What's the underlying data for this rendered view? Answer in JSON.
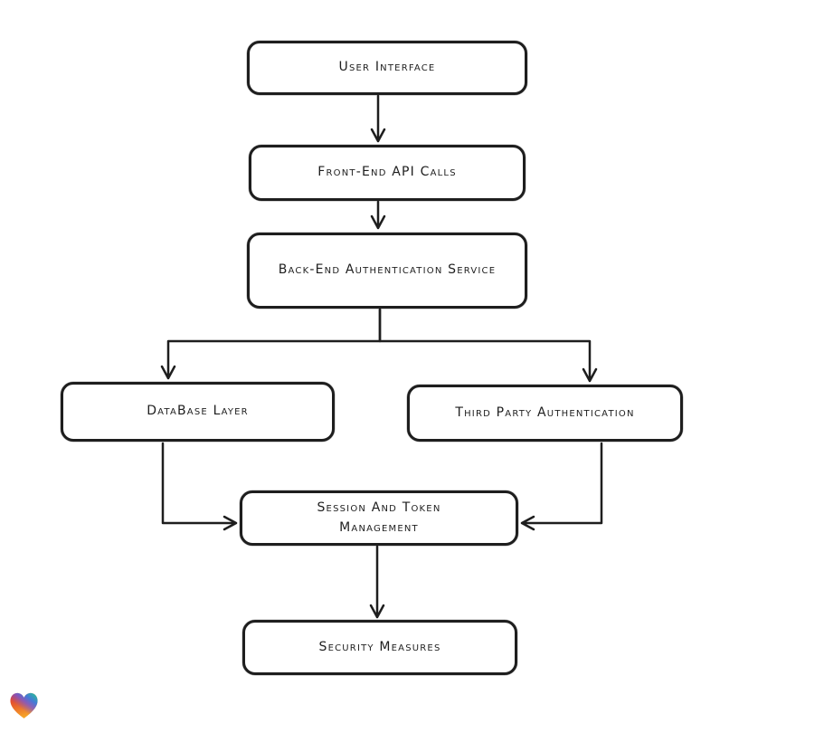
{
  "diagram": {
    "nodes": [
      {
        "id": "user-interface",
        "label": "User Interface"
      },
      {
        "id": "front-end-api-calls",
        "label": "Front-End API Calls"
      },
      {
        "id": "back-end-authentication-service",
        "label": "Back-End Authentication Service"
      },
      {
        "id": "database-layer",
        "label": "DataBase Layer"
      },
      {
        "id": "third-party-authentication",
        "label": "Third Party Authentication"
      },
      {
        "id": "session-and-token-management",
        "label": "Session And Token Management"
      },
      {
        "id": "security-measures",
        "label": "Security Measures"
      }
    ],
    "edges": [
      {
        "from": "user-interface",
        "to": "front-end-api-calls"
      },
      {
        "from": "front-end-api-calls",
        "to": "back-end-authentication-service"
      },
      {
        "from": "back-end-authentication-service",
        "to": "database-layer"
      },
      {
        "from": "back-end-authentication-service",
        "to": "third-party-authentication"
      },
      {
        "from": "database-layer",
        "to": "session-and-token-management"
      },
      {
        "from": "third-party-authentication",
        "to": "session-and-token-management"
      },
      {
        "from": "session-and-token-management",
        "to": "security-measures"
      }
    ],
    "style": {
      "stroke_color": "#1e1e1e",
      "node_fill": "#ffffff",
      "background": "#ffffff"
    }
  },
  "branding": {
    "logo_icon": "gradient-heart-icon",
    "logo_colors": [
      "#e03030",
      "#f6a428",
      "#6e5ae0",
      "#3e7ae0",
      "#2ab5a0"
    ]
  }
}
